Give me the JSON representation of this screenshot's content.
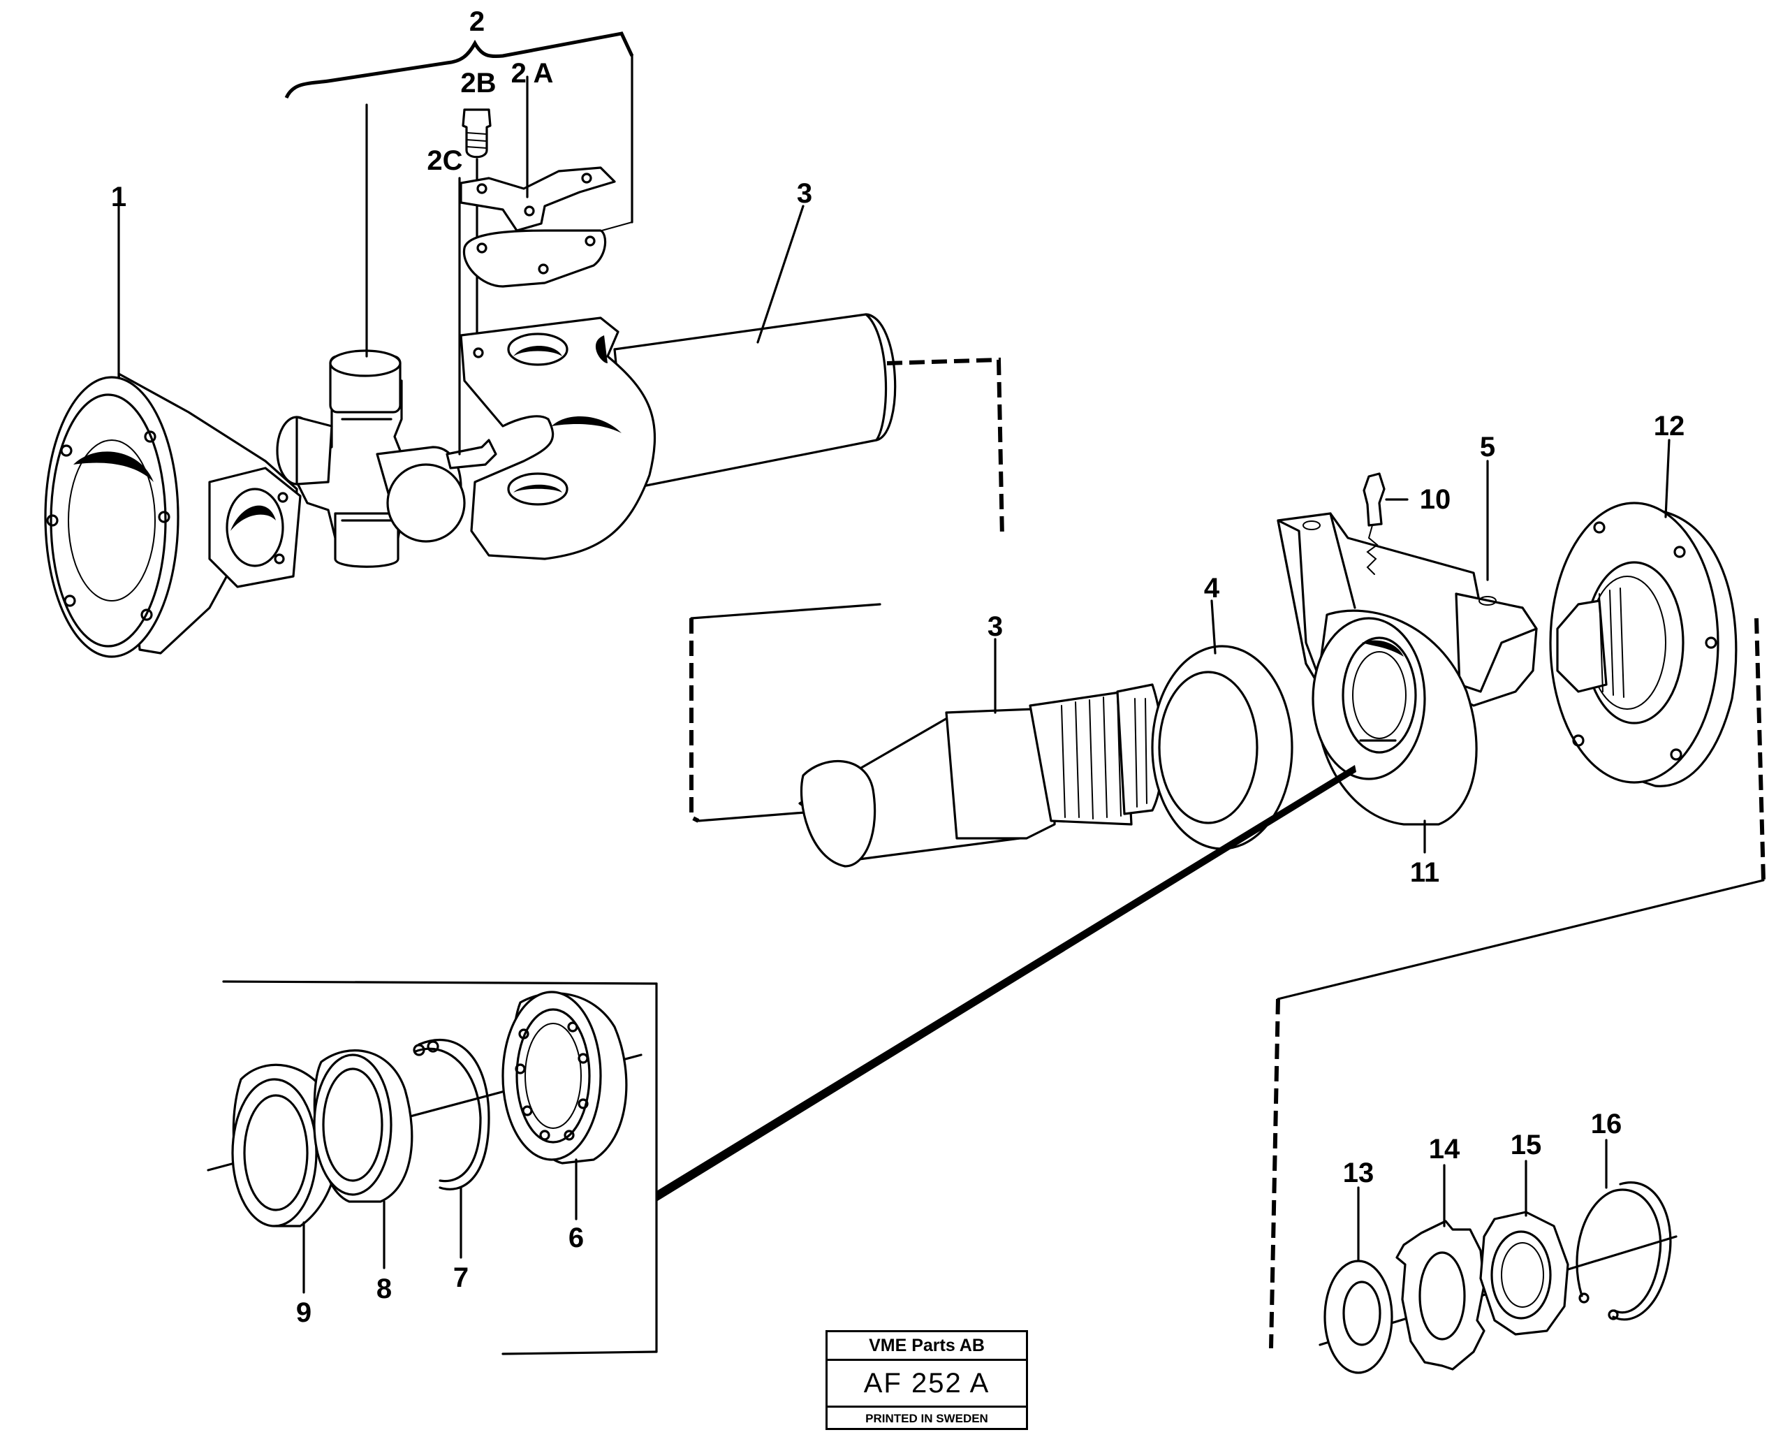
{
  "diagram": {
    "labels": {
      "l1": "1",
      "l2": "2",
      "l2a": "2 A",
      "l2b": "2B",
      "l2c": "2C",
      "l3a": "3",
      "l3b": "3",
      "l4": "4",
      "l5": "5",
      "l6": "6",
      "l7": "7",
      "l8": "8",
      "l9": "9",
      "l10": "10",
      "l11": "11",
      "l12": "12",
      "l13": "13",
      "l14": "14",
      "l15": "15",
      "l16": "16"
    }
  },
  "stamp": {
    "company": "VME Parts AB",
    "code": "AF 252 A",
    "printed": "PRINTED IN SWEDEN"
  }
}
